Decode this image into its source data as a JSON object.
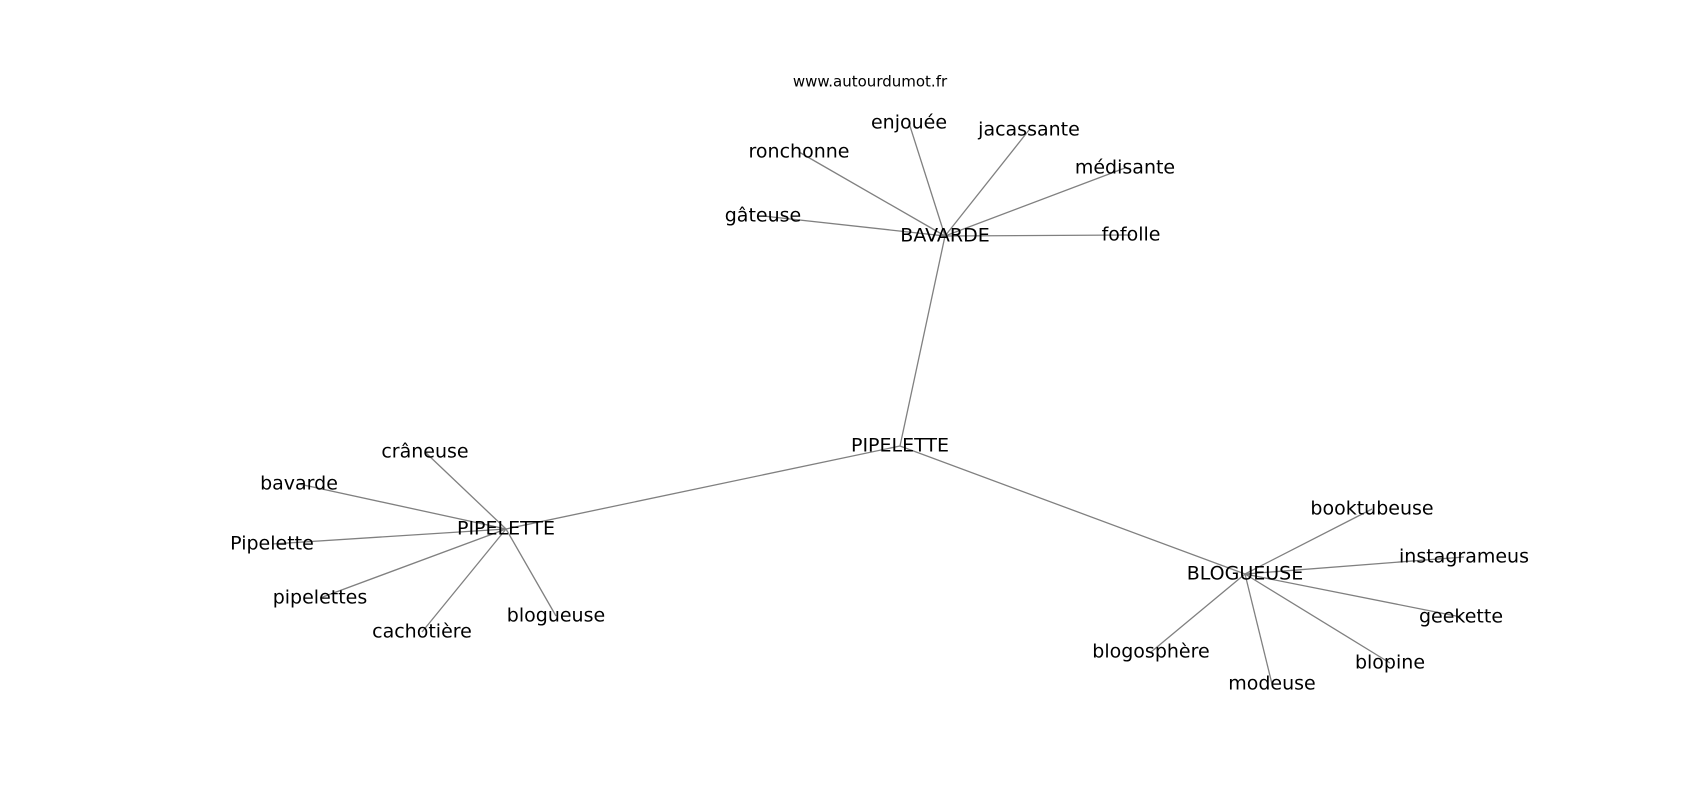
{
  "site_label": "www.autourdumot.fr",
  "graph": {
    "nodes": [
      {
        "id": "root",
        "label": "PIPELETTE",
        "kind": "hub"
      },
      {
        "id": "bavarde_hub",
        "label": "BAVARDE",
        "kind": "hub"
      },
      {
        "id": "pipelette_hub",
        "label": "PIPELETTE",
        "kind": "hub"
      },
      {
        "id": "blogueuse_hub",
        "label": "BLOGUEUSE",
        "kind": "hub"
      },
      {
        "id": "enjouee",
        "label": "enjouée",
        "kind": "leaf"
      },
      {
        "id": "jacassante",
        "label": "jacassante",
        "kind": "leaf"
      },
      {
        "id": "ronchonne",
        "label": "ronchonne",
        "kind": "leaf"
      },
      {
        "id": "medisante",
        "label": "médisante",
        "kind": "leaf"
      },
      {
        "id": "gateuse",
        "label": "gâteuse",
        "kind": "leaf"
      },
      {
        "id": "fofolle",
        "label": "fofolle",
        "kind": "leaf"
      },
      {
        "id": "craneuse",
        "label": "crâneuse",
        "kind": "leaf"
      },
      {
        "id": "bavarde_leaf",
        "label": "bavarde",
        "kind": "leaf"
      },
      {
        "id": "pipelette_cap",
        "label": "Pipelette",
        "kind": "leaf"
      },
      {
        "id": "pipelettes",
        "label": "pipelettes",
        "kind": "leaf"
      },
      {
        "id": "cachotiere",
        "label": "cachotière",
        "kind": "leaf"
      },
      {
        "id": "blogueuse_leaf",
        "label": "blogueuse",
        "kind": "leaf"
      },
      {
        "id": "booktubeuse",
        "label": "booktubeuse",
        "kind": "leaf"
      },
      {
        "id": "instagrameus",
        "label": "instagrameus",
        "kind": "leaf"
      },
      {
        "id": "geekette",
        "label": "geekette",
        "kind": "leaf"
      },
      {
        "id": "blopine",
        "label": "blopine",
        "kind": "leaf"
      },
      {
        "id": "modeuse",
        "label": "modeuse",
        "kind": "leaf"
      },
      {
        "id": "blogosphere",
        "label": "blogosphère",
        "kind": "leaf"
      }
    ],
    "edges": [
      [
        "root",
        "bavarde_hub"
      ],
      [
        "root",
        "pipelette_hub"
      ],
      [
        "root",
        "blogueuse_hub"
      ],
      [
        "bavarde_hub",
        "enjouee"
      ],
      [
        "bavarde_hub",
        "jacassante"
      ],
      [
        "bavarde_hub",
        "ronchonne"
      ],
      [
        "bavarde_hub",
        "medisante"
      ],
      [
        "bavarde_hub",
        "gateuse"
      ],
      [
        "bavarde_hub",
        "fofolle"
      ],
      [
        "pipelette_hub",
        "craneuse"
      ],
      [
        "pipelette_hub",
        "bavarde_leaf"
      ],
      [
        "pipelette_hub",
        "pipelette_cap"
      ],
      [
        "pipelette_hub",
        "pipelettes"
      ],
      [
        "pipelette_hub",
        "cachotiere"
      ],
      [
        "pipelette_hub",
        "blogueuse_leaf"
      ],
      [
        "blogueuse_hub",
        "booktubeuse"
      ],
      [
        "blogueuse_hub",
        "instagrameus"
      ],
      [
        "blogueuse_hub",
        "geekette"
      ],
      [
        "blogueuse_hub",
        "blopine"
      ],
      [
        "blogueuse_hub",
        "modeuse"
      ],
      [
        "blogueuse_hub",
        "blogosphere"
      ]
    ]
  },
  "colors": {
    "edge": "#808080",
    "text": "#000000",
    "background": "#ffffff"
  }
}
